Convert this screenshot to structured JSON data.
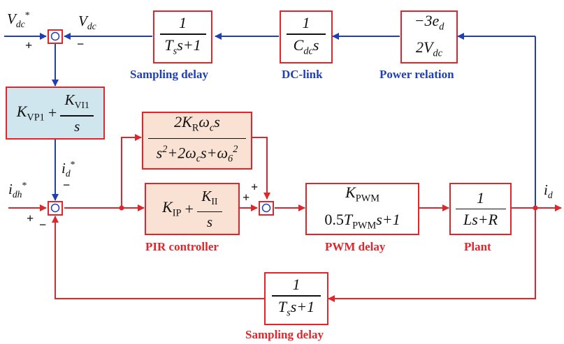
{
  "blocks": {
    "sampling_delay_top": {
      "num": "1",
      "den": "Tss+1",
      "caption": "Sampling delay"
    },
    "dc_link": {
      "num": "1",
      "den": "Cdcs",
      "caption": "DC-link"
    },
    "power_relation": {
      "num": "−3ed",
      "den": "2Vdc",
      "caption": "Power relation"
    },
    "pi_voltage": {
      "text": "KVP1 + KVI1 / s"
    },
    "resonant": {
      "num": "2KRωcs",
      "den": "s2+2ωcs+ω62"
    },
    "pir_pi": {
      "text": "KIP + KII / s",
      "caption": "PIR controller"
    },
    "pwm_delay": {
      "num": "KPWM",
      "den": "0.5TPWMs+1",
      "caption": "PWM delay"
    },
    "plant": {
      "num": "1",
      "den": "Ls+R",
      "caption": "Plant"
    },
    "sampling_delay_bottom": {
      "num": "1",
      "den": "Tss+1",
      "caption": "Sampling delay"
    }
  },
  "signals": {
    "vdc_ref": "Vdc*",
    "vdc": "Vdc",
    "id_ref": "id*",
    "idh_ref": "idh*",
    "id_out": "id"
  },
  "signs": {
    "plus": "+",
    "minus": "−"
  },
  "colors": {
    "voltage_loop": "#1f3fb5",
    "current_loop": "#e0262b",
    "pi_fill": "#cfe6ee",
    "pir_fill": "#f9e1d4"
  }
}
